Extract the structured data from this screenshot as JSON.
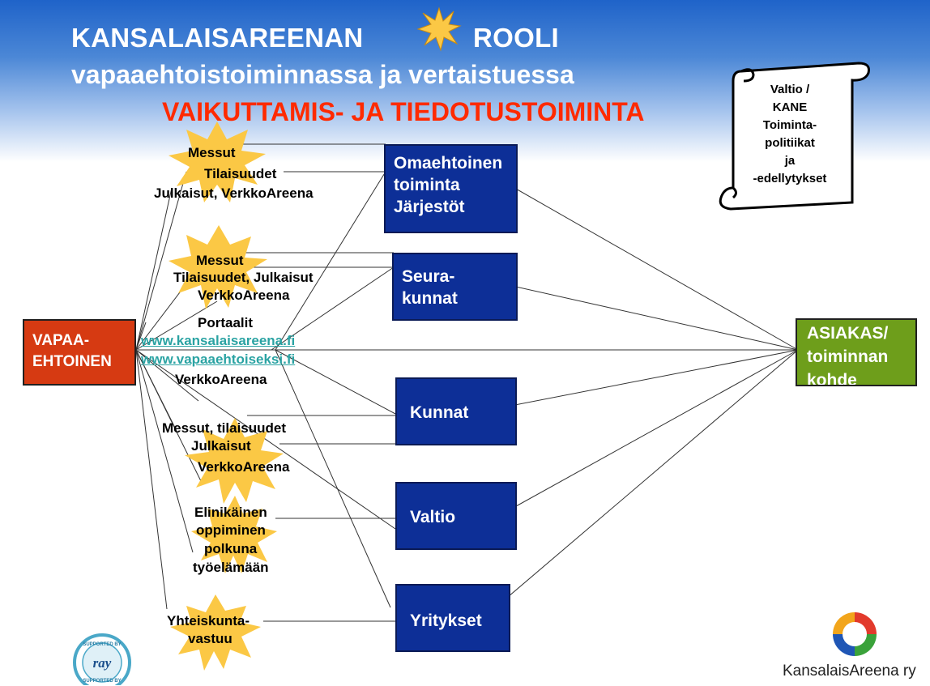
{
  "header": {
    "title_line1_part1": "KANSALAISAREENAN",
    "title_line1_part2": "ROOLI",
    "title_line2": "vapaaehtoistoiminnassa ja vertaistuessa",
    "title_line3": "VAIKUTTAMIS- JA TIEDOTUSTOIMINTA"
  },
  "scroll_note": {
    "line1": "Valtio /",
    "line2": "KANE",
    "line3": "Toiminta-",
    "line4": "politiikat",
    "line5": "ja",
    "line6": "-edellytykset"
  },
  "source": {
    "line1": "VAPAA-",
    "line2": "EHTOINEN"
  },
  "target": {
    "line1": "ASIAKAS/",
    "line2": "toiminnan",
    "line3": "kohde"
  },
  "actors": {
    "omaehtoinen": {
      "line1": "Omaehtoinen",
      "line2": "toiminta",
      "line3": "Järjestöt"
    },
    "seurakunnat": {
      "line1": "Seura-",
      "line2": "kunnat"
    },
    "kunnat": "Kunnat",
    "valtio": "Valtio",
    "yritykset": "Yritykset"
  },
  "channels": {
    "group1": {
      "l1": "Messut",
      "l2": "Tilaisuudet",
      "l3": "Julkaisut, VerkkoAreena"
    },
    "group2": {
      "l1": "Messut",
      "l2": "Tilaisuudet, Julkaisut",
      "l3": "VerkkoAreena"
    },
    "portals": {
      "title": "Portaalit",
      "link1": "www.kansalaisareena.fi",
      "link2": "www.vapaaehtoiseksi.fi",
      "after": "VerkkoAreena"
    },
    "group3": {
      "l1": "Messut, tilaisuudet",
      "l2": "Julkaisut",
      "l3": "VerkkoAreena"
    },
    "group4": {
      "l1": "Elinikäinen",
      "l2": "oppiminen",
      "l3": "polkuna",
      "l4": "työelämään"
    },
    "group5": {
      "l1": "Yhteiskunta-",
      "l2": "vastuu"
    }
  },
  "logos": {
    "ray_top": "SUPPORTED BY",
    "ray_mark": "ray",
    "ray_bottom": "SUPPORTED BY",
    "kansalaisareena": "KansalaisAreena ry"
  },
  "colors": {
    "actor_box": "#0d2f97",
    "source_box": "#d63a12",
    "target_box": "#6e9e1b",
    "burst": "#fbc845",
    "headline_red": "#ff2a00",
    "link": "#2aa3a3"
  }
}
